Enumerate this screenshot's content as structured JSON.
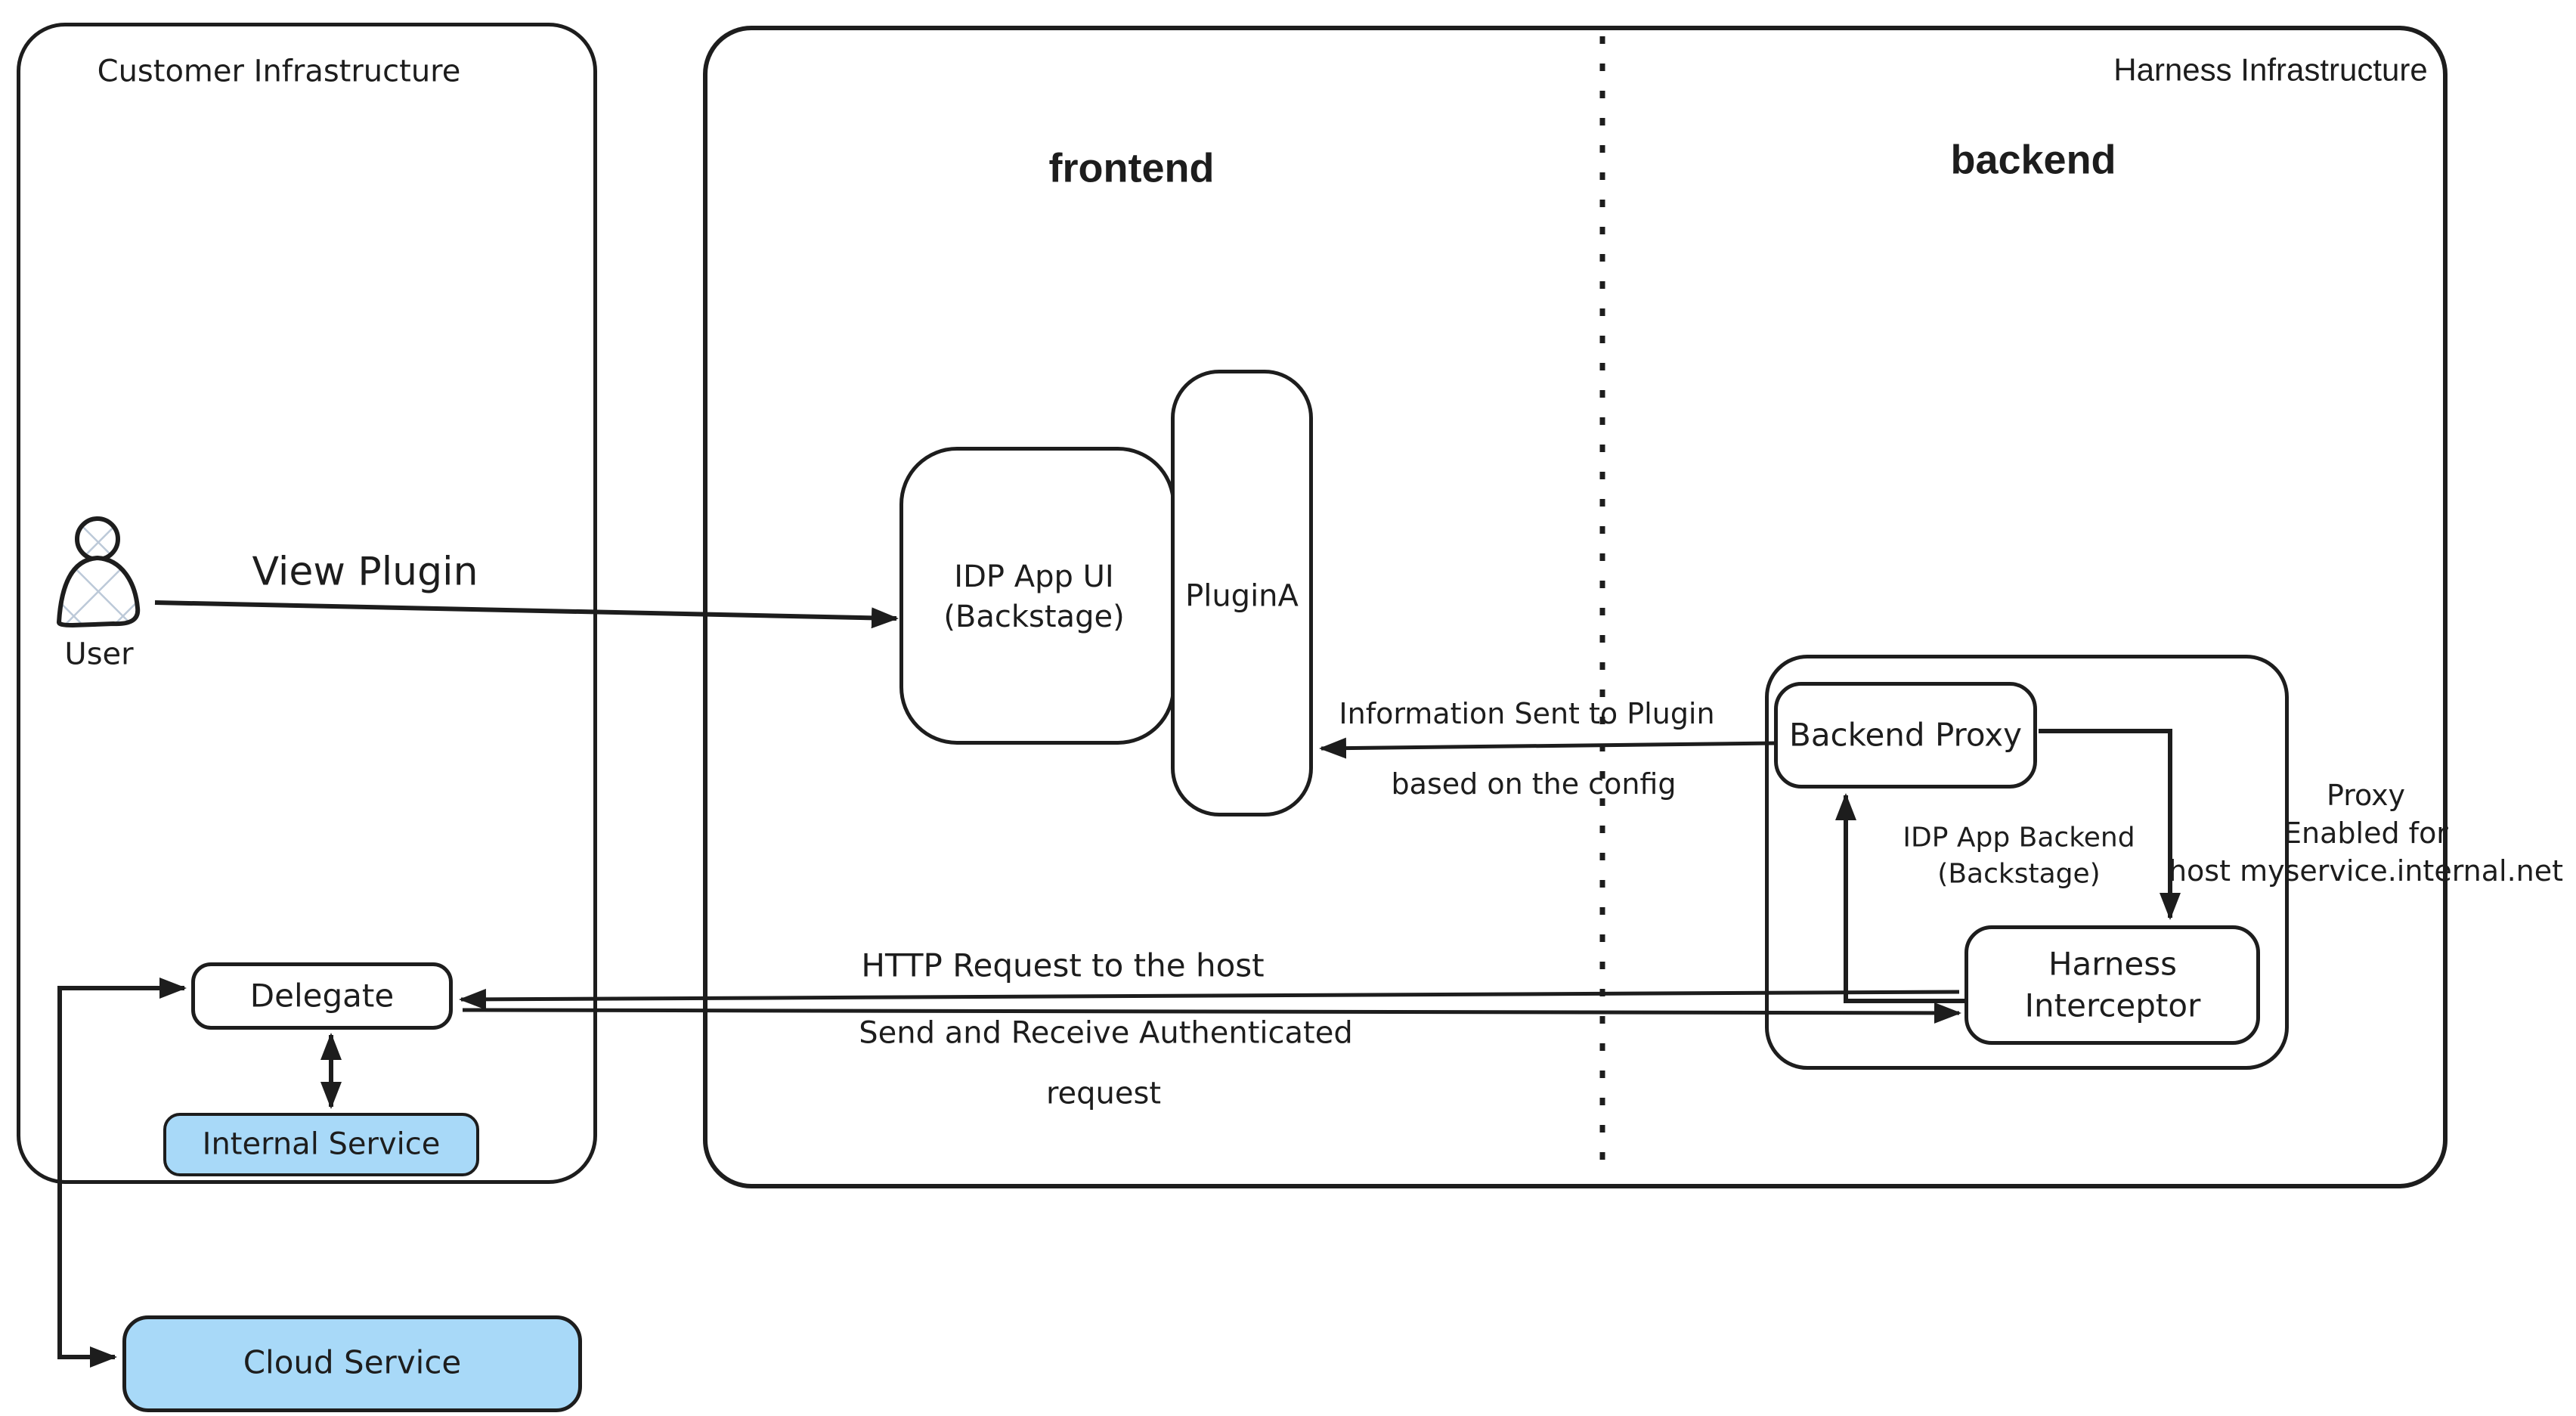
{
  "colors": {
    "ink": "#1d1d1d",
    "service_fill": "#a8d9f8",
    "hatch": "#bcc9d8",
    "background": "#ffffff"
  },
  "customer_infrastructure": {
    "title": "Customer Infrastructure",
    "user_label": "User",
    "delegate_label": "Delegate",
    "internal_service_label": "Internal Service"
  },
  "cloud_service": {
    "label": "Cloud Service"
  },
  "harness_infrastructure": {
    "title": "Harness Infrastructure",
    "frontend_section_label": "frontend",
    "backend_section_label": "backend",
    "idp_app_ui": {
      "line1": "IDP App UI",
      "line2": "(Backstage)"
    },
    "plugin_a_label": "PluginA",
    "backend_proxy_label": "Backend Proxy",
    "idp_app_backend": {
      "line1": "IDP App Backend",
      "line2": "(Backstage)"
    },
    "harness_interceptor": {
      "line1": "Harness",
      "line2": "Interceptor"
    }
  },
  "annotations": {
    "view_plugin": "View Plugin",
    "information_sent": {
      "line1": "Information Sent to Plugin",
      "line2": "based on the config"
    },
    "http_request": {
      "line1": "HTTP Request to the host",
      "line2": "Send and Receive Authenticated",
      "line3": "request"
    },
    "proxy_note": {
      "line1": "Proxy",
      "line2": "Enabled for",
      "line3": "host myservice.internal.net"
    }
  }
}
